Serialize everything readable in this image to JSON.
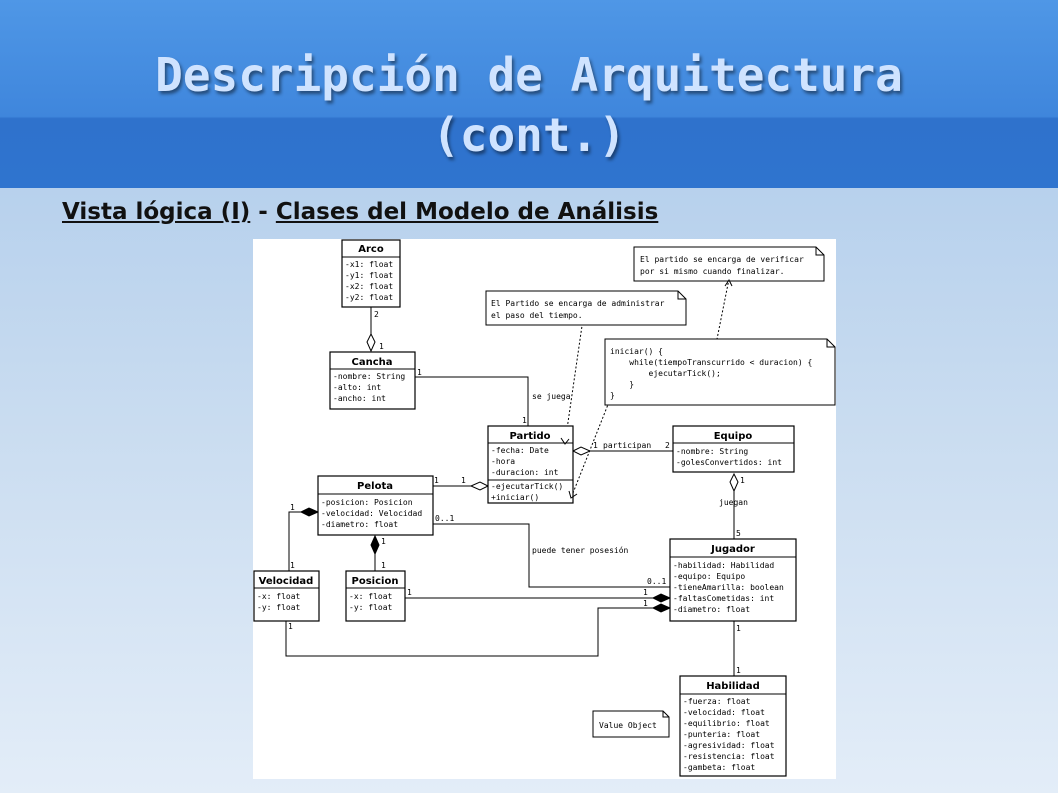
{
  "slide": {
    "title_line1": "Descripción de Arquitectura",
    "title_line2": "(cont.)",
    "subtitle_part1": "Vista lógica (I)",
    "subtitle_sep": " - ",
    "subtitle_part2": "Clases del Modelo de Análisis"
  },
  "classes": {
    "arco": {
      "name": "Arco",
      "attrs": [
        "-x1: float",
        "-y1: float",
        "-x2: float",
        "-y2: float"
      ]
    },
    "cancha": {
      "name": "Cancha",
      "attrs": [
        "-nombre: String",
        "-alto: int",
        "-ancho: int"
      ]
    },
    "partido": {
      "name": "Partido",
      "attrs": [
        "-fecha: Date",
        "-hora",
        "-duracion: int"
      ],
      "methods": [
        "-ejecutarTick()",
        "+iniciar()"
      ]
    },
    "equipo": {
      "name": "Equipo",
      "attrs": [
        "-nombre: String",
        "-golesConvertidos: int"
      ]
    },
    "pelota": {
      "name": "Pelota",
      "attrs": [
        "-posicion: Posicion",
        "-velocidad: Velocidad",
        "-diametro: float"
      ]
    },
    "jugador": {
      "name": "Jugador",
      "attrs": [
        "-habilidad: Habilidad",
        "-equipo: Equipo",
        "-tieneAmarilla: boolean",
        "-faltasCometidas: int",
        "-diametro: float"
      ]
    },
    "velocidad": {
      "name": "Velocidad",
      "attrs": [
        "-x: float",
        "-y: float"
      ]
    },
    "posicion": {
      "name": "Posicion",
      "attrs": [
        "-x: float",
        "-y: float"
      ]
    },
    "habilidad": {
      "name": "Habilidad",
      "attrs": [
        "-fuerza: float",
        "-velocidad: float",
        "-equilibrio: float",
        "-punteria: float",
        "-agresividad: float",
        "-resistencia: float",
        "-gambeta: float"
      ]
    }
  },
  "notes": {
    "verificar": [
      "El partido se encarga de verificar",
      "por si mismo cuando finalizar."
    ],
    "tiempo": [
      "El Partido se encarga de administrar",
      "el paso del tiempo."
    ],
    "codigo": [
      "iniciar() {",
      "    while(tiempoTranscurrido < duracion) {",
      "        ejecutarTick();",
      "    }",
      "}"
    ],
    "value_object": [
      "Value Object"
    ]
  },
  "labels": {
    "se_juega": "se juega",
    "participan": "participan",
    "juegan": "juegan",
    "puede_tener": "puede tener posesión",
    "m_arco_2": "2",
    "m_arco_1": "1",
    "m_cancha_1": "1",
    "m_partido_1": "1",
    "m_part_eq_1": "1",
    "m_part_eq_2": "2",
    "m_pel_1a": "1",
    "m_pel_1b": "1",
    "m_eq_1": "1",
    "m_jug_5": "5",
    "m_vel_1": "1",
    "m_pelvel_1": "1",
    "m_pos_1": "1",
    "m_pelpos_1": "1",
    "m_pel_0": "0..1",
    "m_jug_0": "0..1",
    "m_posjug_1a": "1",
    "m_posjug_1b": "1",
    "m_vel_bottom": "1",
    "m_jug_hab_1": "1",
    "m_hab_1": "1"
  }
}
